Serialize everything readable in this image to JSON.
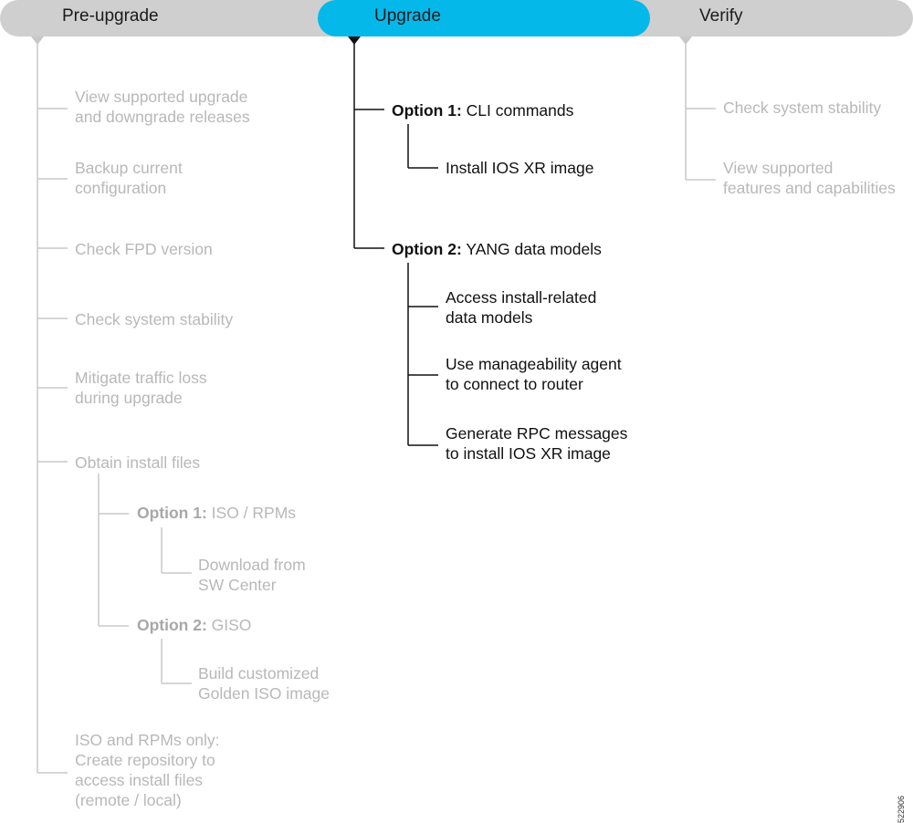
{
  "phases": {
    "pre_upgrade": "Pre-upgrade",
    "upgrade": "Upgrade",
    "verify": "Verify"
  },
  "pre_upgrade_steps": {
    "releases": [
      "View supported upgrade",
      "and downgrade releases"
    ],
    "backup": [
      "Backup current",
      "configuration"
    ],
    "fpd": "Check FPD version",
    "stability": "Check system stability",
    "traffic": [
      "Mitigate traffic loss",
      "during upgrade"
    ],
    "obtain": "Obtain install files",
    "opt1_prefix": "Option 1:",
    "opt1_text": " ISO / RPMs",
    "download": [
      "Download from",
      "SW Center"
    ],
    "opt2_prefix": "Option 2:",
    "opt2_text": " GISO",
    "build": [
      "Build customized",
      "Golden ISO image"
    ],
    "repository": [
      "ISO and RPMs only:",
      "Create repository to",
      "access install files",
      "(remote / local)"
    ]
  },
  "upgrade_steps": {
    "opt1_prefix": "Option 1:",
    "opt1_text": " CLI commands",
    "install_image": "Install IOS XR image",
    "opt2_prefix": "Option 2:",
    "opt2_text": " YANG data models",
    "access_models": [
      "Access install-related",
      "data models"
    ],
    "agent": [
      "Use manageability agent",
      "to connect to router"
    ],
    "rpc": [
      "Generate RPC messages",
      "to install IOS XR image"
    ]
  },
  "verify_steps": {
    "stability": "Check system stability",
    "features": [
      "View supported",
      "features and capabilities"
    ]
  },
  "figure_id": "522906",
  "colors": {
    "active_phase": "#05b8ea",
    "phase_bar": "#cfcfcf",
    "muted_text": "#b8b8b8",
    "dark_text": "#111111"
  }
}
